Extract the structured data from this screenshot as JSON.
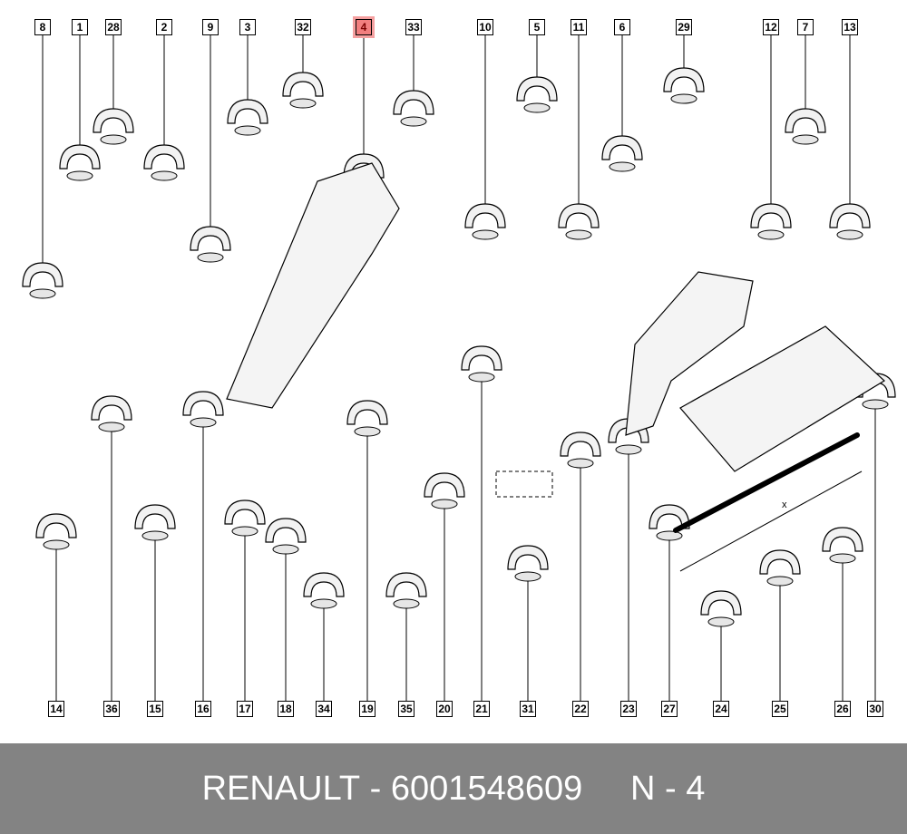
{
  "diagram": {
    "top_labels": [
      "8",
      "1",
      "28",
      "2",
      "9",
      "3",
      "32",
      "4",
      "33",
      "10",
      "5",
      "11",
      "6",
      "29",
      "12",
      "7",
      "13"
    ],
    "bottom_labels": [
      "14",
      "36",
      "15",
      "16",
      "17",
      "18",
      "34",
      "19",
      "35",
      "20",
      "21",
      "31",
      "22",
      "23",
      "27",
      "24",
      "25",
      "26",
      "30"
    ],
    "highlighted_label": "4",
    "highlight_color": "#f27f7f",
    "dimension_marker": "x"
  },
  "footer": {
    "brand": "RENAULT",
    "separator": " - ",
    "part_number": "6001548609",
    "gap": "     ",
    "position_ref": "N - 4",
    "background": "#838383"
  }
}
